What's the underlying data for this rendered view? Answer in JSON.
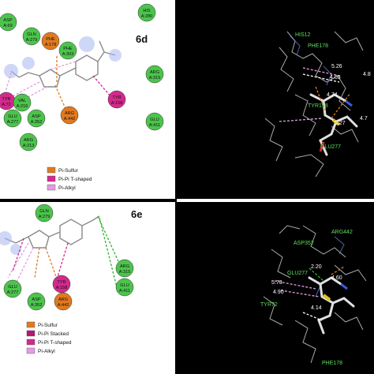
{
  "panels": {
    "top": {
      "compound": "6d",
      "residues": [
        {
          "name": "HIS",
          "num": "A:280",
          "type": "vdw"
        },
        {
          "name": "ASP",
          "num": "A:69",
          "type": "vdw"
        },
        {
          "name": "GLN",
          "num": "A:279",
          "type": "vdw"
        },
        {
          "name": "PHE",
          "num": "A:178",
          "type": "sulfur"
        },
        {
          "name": "PHE",
          "num": "A:303",
          "type": "vdw"
        },
        {
          "name": "ARG",
          "num": "A:315",
          "type": "vdw"
        },
        {
          "name": "TYR",
          "num": "A:72",
          "type": "pistack"
        },
        {
          "name": "VAL",
          "num": "A:216",
          "type": "vdw"
        },
        {
          "name": "GLU",
          "num": "A:277",
          "type": "vdw"
        },
        {
          "name": "ASP",
          "num": "A:352",
          "type": "vdw"
        },
        {
          "name": "ARG",
          "num": "A:442",
          "type": "sulfur"
        },
        {
          "name": "TYR",
          "num": "A:158",
          "type": "pistack"
        },
        {
          "name": "GLU",
          "num": "A:411",
          "type": "vdw"
        },
        {
          "name": "ARG",
          "num": "A:213",
          "type": "vdw"
        }
      ],
      "legend": [
        "Pi-Sulfur",
        "Pi-Pi T-shaped",
        "Pi-Alkyl"
      ],
      "labels3d": [
        "HIS12",
        "PHE178",
        "TYR158",
        "GLU277"
      ],
      "distances": [
        "5.26",
        "4.03",
        "4.74",
        "5.27",
        "4.8",
        "4.7"
      ]
    },
    "bottom": {
      "compound": "6e",
      "residues": [
        {
          "name": "GLN",
          "num": "A:279",
          "type": "vdw"
        },
        {
          "name": "ARG",
          "num": "A:315",
          "type": "vdw"
        },
        {
          "name": "GLU",
          "num": "A:411",
          "type": "vdw"
        },
        {
          "name": "TYR",
          "num": "A:158",
          "type": "pistack"
        },
        {
          "name": "ARG",
          "num": "A:442",
          "type": "sulfur"
        },
        {
          "name": "ASP",
          "num": "A:352",
          "type": "vdw"
        },
        {
          "name": "GLU",
          "num": "A:277",
          "type": "vdw"
        }
      ],
      "legend": [
        "Pi-Sulfur",
        "Pi-Pi Stacked",
        "Pi-Pi T-shaped",
        "Pi-Alkyl"
      ],
      "labels3d": [
        "ARG442",
        "ASP352",
        "GLU277",
        "TYR72",
        "PHE178"
      ],
      "distances": [
        "2.20",
        "5.73",
        "4.90",
        "4.14",
        "4.60"
      ]
    }
  },
  "colors": {
    "vdw": "#4cc44c",
    "sulfur": "#e07a1f",
    "pistack": "#d22a8c",
    "alkyl": "#e39be3",
    "hbond": "#2fb52f",
    "ligand": "#9a9a9a"
  }
}
